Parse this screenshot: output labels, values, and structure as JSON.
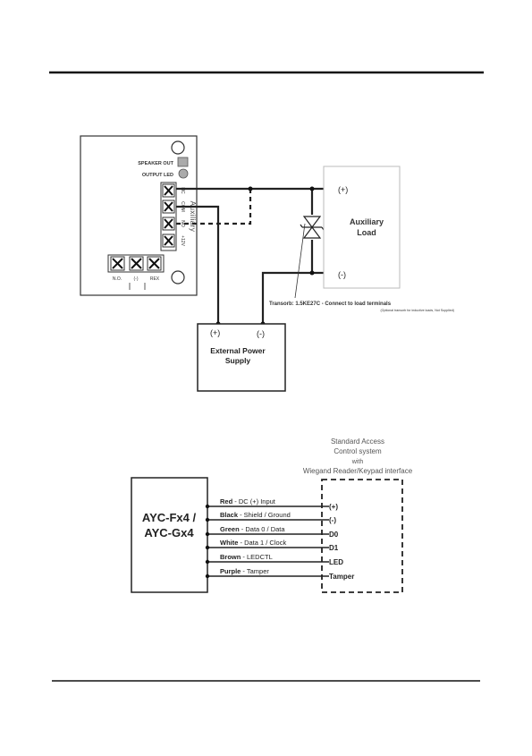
{
  "diagram1": {
    "board": {
      "speaker_out": "SPEAKER OUT",
      "output_led": "OUTPUT LED",
      "aux_label": "Auxiliary",
      "term_nc": "NC",
      "term_com": "COM",
      "term_no": "NO",
      "term_12v": "+12V",
      "bottom_no": "N.O.",
      "bottom_minus": "(-)",
      "bottom_rex": "REX"
    },
    "aux_load": {
      "line1": "Auxiliary",
      "line2": "Load",
      "plus": "(+)",
      "minus": "(-)"
    },
    "transorb": {
      "label": "Transorb: 1.5KE27C  -  Connect to load terminals",
      "note": "(Optional transorb for inductive loads, Not Supplied)"
    },
    "power_supply": {
      "line1": "External Power",
      "line2": "Supply",
      "plus": "(+)",
      "minus": "(-)"
    }
  },
  "diagram2": {
    "device": {
      "line1": "AYC-Fx4 /",
      "line2": "AYC-Gx4"
    },
    "access_title": [
      "Standard Access",
      "Control system",
      "with",
      "Wiegand Reader/Keypad interface"
    ],
    "wires": [
      {
        "color_name": "Red",
        "desc": " - DC (+) Input",
        "terminal": "(+)"
      },
      {
        "color_name": "Black",
        "desc": " - Shield / Ground",
        "terminal": "(-)"
      },
      {
        "color_name": "Green",
        "desc": " - Data 0 / Data",
        "terminal": "D0"
      },
      {
        "color_name": "White",
        "desc": " - Data 1 / Clock",
        "terminal": "D1"
      },
      {
        "color_name": "Brown",
        "desc": " - LEDCTL",
        "terminal": "LED"
      },
      {
        "color_name": "Purple",
        "desc": " - Tamper",
        "terminal": "Tamper"
      }
    ]
  }
}
